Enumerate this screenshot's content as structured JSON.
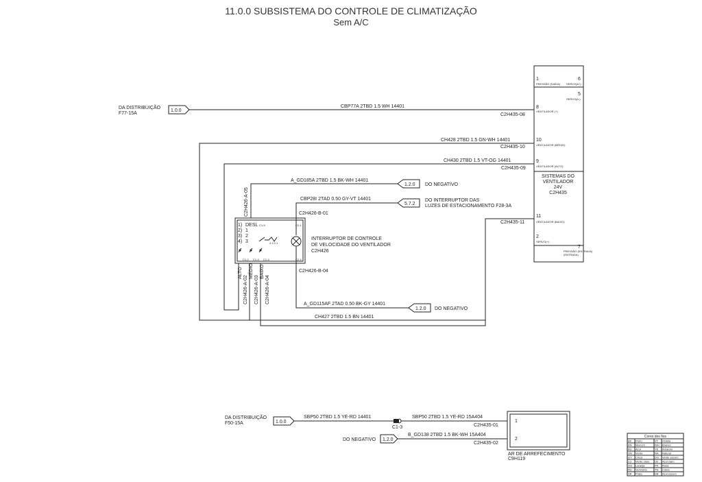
{
  "title": "11.0.0 SUBSISTEMA DO CONTROLE DE CLIMATIZAÇÃO",
  "subtitle": "Sem A/C",
  "refs": {
    "dist_top_label1": "DA DISTRIBUIÇÃO",
    "dist_top_label2": "F77-15A",
    "dist_top_ref": "1.0.0",
    "neg1_ref": "1.2.0",
    "neg1_label": "DO NEGATIVO",
    "int_ref": "5.7.2",
    "int_label1": "DO INTERRUPTOR DAS",
    "int_label2": "LUZES DE ESTACIONAMENTO F28-3A",
    "neg2_ref": "1.2.0",
    "neg2_label": "DO NEGATIVO",
    "dist_bot_label1": "DA DISTRIBUIÇÃO",
    "dist_bot_label2": "F50-15A",
    "dist_bot_ref": "1.0.0",
    "neg3_label": "DO NEGATIVO",
    "neg3_ref": "1.2.0"
  },
  "wires": {
    "w1": "CBP77A  2TBD  1.5   WH   14401",
    "w2": "CH428  2TBD  1.5  GN-WH    14401",
    "w3": "CH430  2TBD  1.5   VT-OG   14401",
    "w4": "A_GD185A  2TBD  1.5   BK-WH   14401",
    "w5": "CBP28I  2TAD  0.50   GY-VT   14401",
    "w6": "A_GD115AF  2TAD  0.50   BK-GY    14401",
    "w7": "CH427   2TBD   1.5    BN          14401",
    "w8": "SBP50  2TBD  1.5   YE-RD       14401",
    "w9": "SBP50  2TBD  1.5  YE-RD        15A404",
    "w10": "B_GD138  2TBD  1.5  BK-WH     15A404"
  },
  "connectors": {
    "c_08": "C2H435-08",
    "c_10": "C2H435-10",
    "c_09": "C2H435-09",
    "c_11": "C2H435-11",
    "c_b01": "C2H426-B-01",
    "c_b04": "C2H426-B-04",
    "c_a05": "C2H426-A-05",
    "c_a02": "C2H426-A-02",
    "c_a03": "C2H426-A-03",
    "c_a04": "C2H426-A-04",
    "c_01": "C2H435-01",
    "c_02": "C2H435-02",
    "c13": "C1-3"
  },
  "module": {
    "pins": [
      {
        "num": "1",
        "label": "PRESSÃO (SAÍDA)"
      },
      {
        "num": "6",
        "label": "SERVO(A+)"
      },
      {
        "num": "5",
        "label": "SERVO(A-)"
      },
      {
        "num": "8",
        "label": "VENTILADOR (+)"
      },
      {
        "num": "10",
        "label": "VENTILADOR (MÉDIO)"
      },
      {
        "num": "9",
        "label": "VENTILADOR (ALTO)"
      },
      {
        "num": "11",
        "label": "VENTILADOR (BAIXO)"
      },
      {
        "num": "2",
        "label": "SERVO(+)"
      },
      {
        "num": "7",
        "label": "PRESSÃO (ENTRADA)"
      }
    ],
    "name1": "SISTEMAS DO",
    "name2": "VENTILADOR",
    "name3": "24V",
    "name4": "C2H435"
  },
  "switch": {
    "pos": [
      "DESL",
      "1",
      "2",
      "3"
    ],
    "idx": [
      "1)",
      "2)",
      "3)",
      "4)"
    ],
    "term_c15": "C1-5",
    "term_c21": "C2-1",
    "term_c12": "C1-2",
    "term_c13": "C1-3",
    "term_c14": "C1-4",
    "term_c24": "C2-4",
    "mini": "4 3 2 1",
    "desc1": "INTERRUPTOR DE CONTROLE",
    "desc2": "DE VELOCIDADE DO VENTILADOR",
    "desc3": "C2H426",
    "speed_alto": "ALTO",
    "speed_medio": "MÉDIO",
    "speed_baixo": "BAIXO"
  },
  "cooler": {
    "pin1": "1",
    "pin2": "2",
    "name": "AR DE ARREFECIMENTO",
    "code": "C9H119"
  },
  "legend": {
    "title": "Cores dos fios",
    "rows": [
      [
        "BK",
        "Preto",
        "VT",
        "Violeta"
      ],
      [
        "BN",
        "Marrom",
        "WH",
        "Branco"
      ],
      [
        "BU",
        "Azul",
        "YE",
        "Amarelo"
      ],
      [
        "GN",
        "Verde",
        "NA",
        "Natural"
      ],
      [
        "GY",
        "Cinza",
        "DG",
        "Verde escuro"
      ],
      [
        "LG",
        "Verde claro",
        "LB",
        "Azul claro"
      ],
      [
        "OG",
        "Laranja",
        "PK",
        "Rosa"
      ],
      [
        "RD",
        "Vermelho",
        "TN",
        "Cobre"
      ],
      [
        "SR",
        "Prata",
        "DB",
        "Azul escuro"
      ]
    ]
  }
}
